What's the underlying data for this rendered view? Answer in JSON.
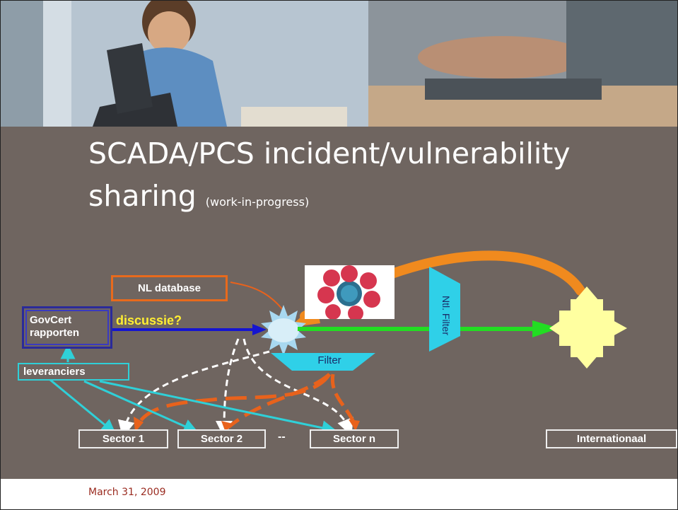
{
  "slide": {
    "title_main": "SCADA/PCS incident/vulnerability sharing",
    "title_sub": "(work-in-progress)",
    "date": "March 31, 2009"
  },
  "diagram": {
    "nl_database": "NL database",
    "govcert_line1": "GovCert",
    "govcert_line2": "rapporten",
    "discussie": "discussie?",
    "leveranciers": "leveranciers",
    "filter": "Filter",
    "nl_filter": "Ntl. Filter",
    "sector_1": "Sector 1",
    "sector_2": "Sector 2",
    "sector_dots": "--",
    "sector_n": "Sector n",
    "internationaal": "Internationaal"
  },
  "colors": {
    "background": "#6f6560",
    "orange": "#f08a1e",
    "green": "#22dd22",
    "blue": "#1515d0",
    "cyan": "#2fd0d8",
    "yellow": "#ffffa0",
    "title_text": "#ffffff",
    "date_text": "#9a2b20"
  }
}
